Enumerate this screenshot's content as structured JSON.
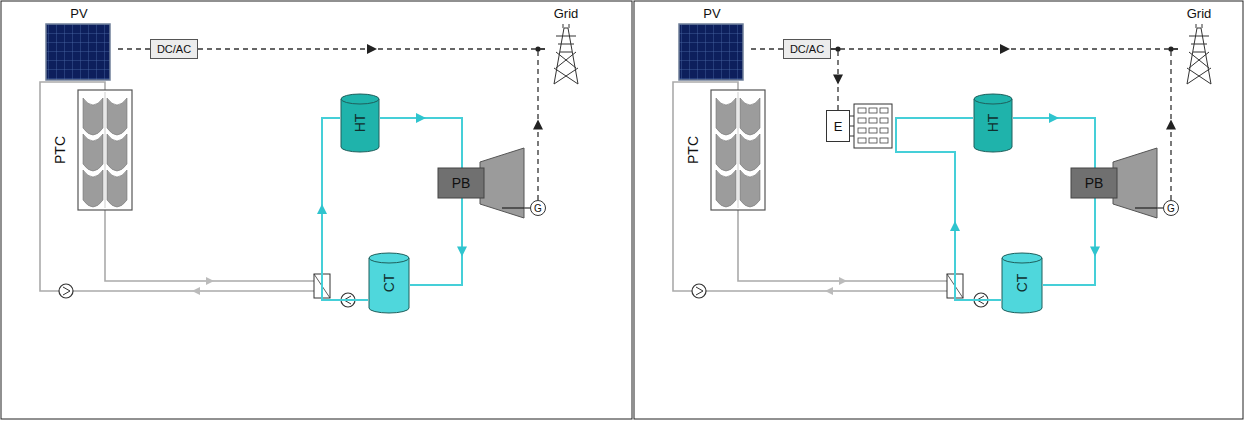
{
  "diagram": {
    "nodes": [
      {
        "text": [
          "PV"
        ]
      },
      {
        "text": [
          "DC/AC"
        ]
      },
      {
        "text": [
          "Grid"
        ]
      },
      {
        "text": [
          "PTC"
        ]
      },
      {
        "text": [
          "HT"
        ]
      },
      {
        "text": [
          "PB"
        ]
      },
      {
        "text": [
          "G"
        ]
      },
      {
        "text": [
          "CT"
        ]
      },
      {
        "text": [
          "PV"
        ]
      },
      {
        "text": [
          "DC/AC"
        ]
      },
      {
        "text": [
          "Grid"
        ]
      },
      {
        "text": [
          "PTC"
        ]
      },
      {
        "text": [
          "E"
        ]
      },
      {
        "text": [
          "HT"
        ]
      },
      {
        "text": [
          "PB"
        ]
      },
      {
        "text": [
          "G"
        ]
      },
      {
        "text": [
          "CT"
        ]
      }
    ],
    "edges": [
      {
        "from": 0,
        "to": 1,
        "arrow": "none"
      },
      {
        "from": 1,
        "to": 2,
        "arrow": "to"
      },
      {
        "from": 6,
        "to": 2,
        "arrow": "to"
      },
      {
        "from": 4,
        "to": 5,
        "arrow": "to"
      },
      {
        "from": 5,
        "to": 7,
        "arrow": "to"
      },
      {
        "from": 5,
        "to": 6,
        "arrow": "none"
      },
      {
        "from": 7,
        "to": 4,
        "arrow": "to"
      },
      {
        "from": 8,
        "to": 9,
        "arrow": "none"
      },
      {
        "from": 9,
        "to": 10,
        "arrow": "to"
      },
      {
        "from": 9,
        "to": 12,
        "arrow": "to"
      },
      {
        "from": 15,
        "to": 10,
        "arrow": "to"
      },
      {
        "from": 13,
        "to": 14,
        "arrow": "to"
      },
      {
        "from": 14,
        "to": 16,
        "arrow": "to"
      },
      {
        "from": 14,
        "to": 15,
        "arrow": "none"
      },
      {
        "from": 16,
        "to": 13,
        "arrow": "to"
      }
    ]
  }
}
